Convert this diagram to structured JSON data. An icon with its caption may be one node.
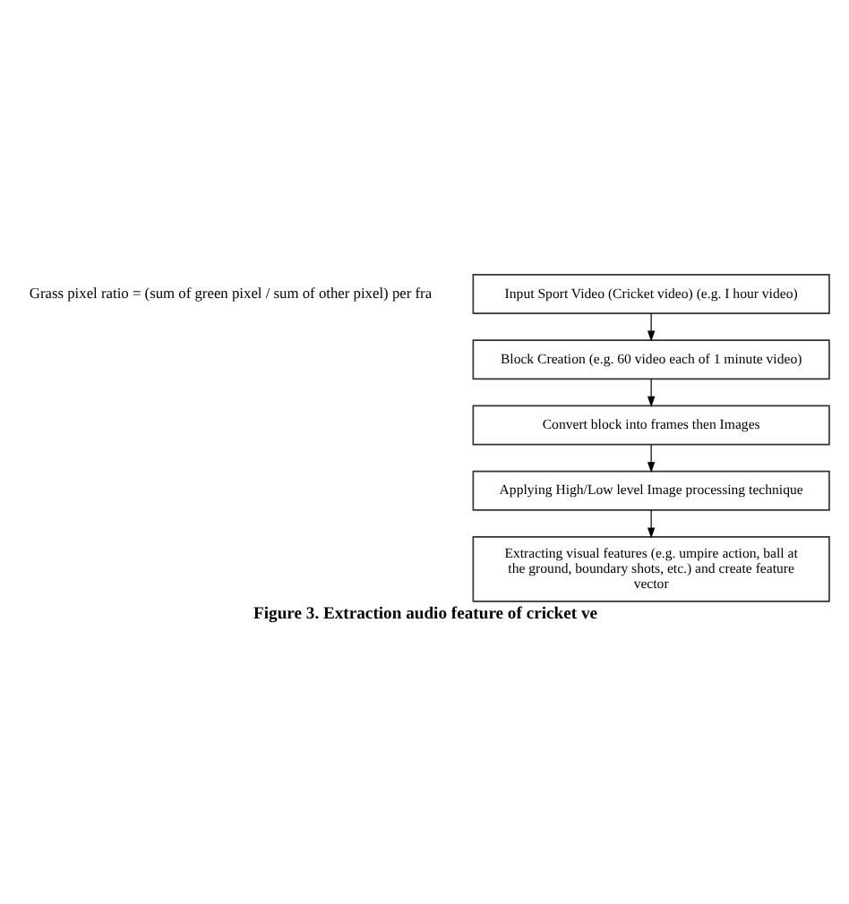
{
  "diagram": {
    "caption": "Figure 3. Extraction audio feature of cricket ve",
    "nodes": [
      {
        "text": [
          "Input Sport Video (Cricket video) (e.g. I hour video)"
        ]
      },
      {
        "text": [
          "Block Creation (e.g. 60 video each of 1 minute video)"
        ]
      },
      {
        "text": [
          "Convert block into frames then Images"
        ]
      },
      {
        "text": [
          "Applying High/Low level Image processing technique"
        ]
      },
      {
        "text": [
          "Extracting visual features (e.g. umpire action, ball at the ground, boundary shots, etc.) and create feature vector"
        ]
      }
    ],
    "edges": [
      {
        "from": 0,
        "to": 1,
        "arrow": "to"
      },
      {
        "from": 1,
        "to": 2,
        "arrow": "to"
      },
      {
        "from": 2,
        "to": 3,
        "arrow": "to"
      },
      {
        "from": 3,
        "to": 4,
        "arrow": "to"
      }
    ],
    "labels": [
      "Grass pixel ratio = (sum of green pixel / sum of other pixel) per fra"
    ]
  }
}
